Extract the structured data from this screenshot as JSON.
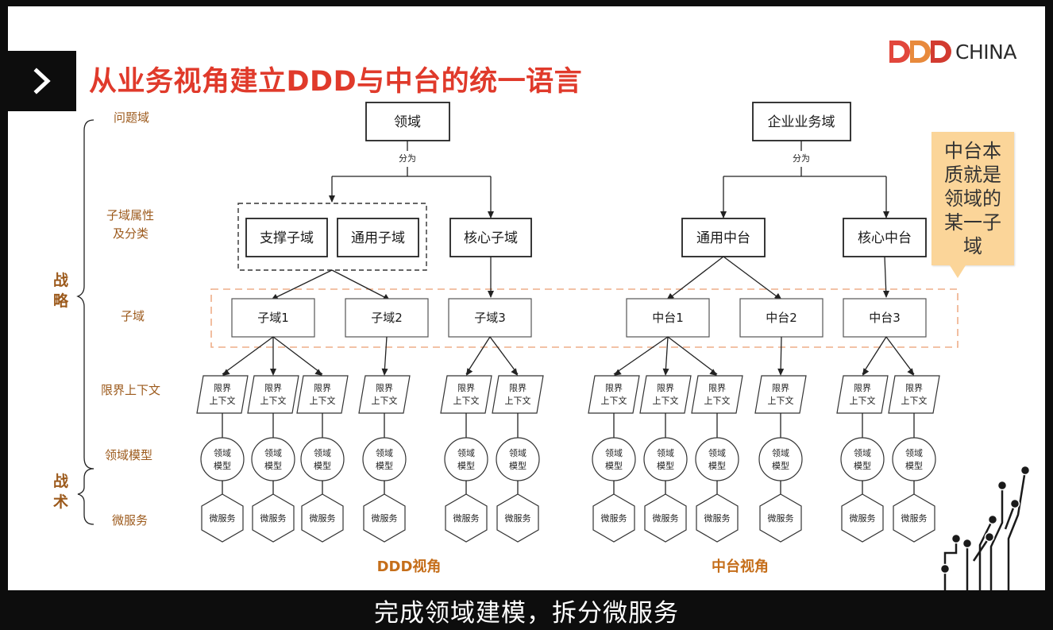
{
  "slide": {
    "title": "从业务视角建立DDD与中台的统一语言",
    "logo": {
      "text": "CHINA"
    }
  },
  "levels": {
    "problem_domain": "问题域",
    "subdomain_attr_line1": "子域属性",
    "subdomain_attr_line2": "及分类",
    "subdomain": "子域",
    "bounded_context": "限界上下文",
    "domain_model": "领域模型",
    "microservice": "微服务",
    "strategy_line1": "战",
    "strategy_line2": "略",
    "tactics_line1": "战",
    "tactics_line2": "术"
  },
  "ddd": {
    "root": "领域",
    "split": "分为",
    "support": "支撑子域",
    "generic": "通用子域",
    "core": "核心子域",
    "sub1": "子域1",
    "sub2": "子域2",
    "sub3": "子域3",
    "view_label": "DDD视角"
  },
  "platform": {
    "root": "企业业务域",
    "split": "分为",
    "generic": "通用中台",
    "core": "核心中台",
    "p1": "中台1",
    "p2": "中台2",
    "p3": "中台3",
    "view_label": "中台视角"
  },
  "leaf": {
    "bc_line1": "限界",
    "bc_line2": "上下文",
    "model_line1": "领域",
    "model_line2": "模型",
    "ms": "微服务"
  },
  "callout": {
    "line1": "中台本",
    "line2": "质就是",
    "line3": "领域的",
    "line4": "某一子",
    "line5": "域"
  },
  "subtitle": "完成领域建模，拆分微服务",
  "colors": {
    "title": "#e03a2b",
    "level_label": "#9c5a1c",
    "view_label": "#c56e1a",
    "callout_bg": "#fbd599",
    "dashed_orange": "#eeae88",
    "logo_red": "#e2473c"
  }
}
